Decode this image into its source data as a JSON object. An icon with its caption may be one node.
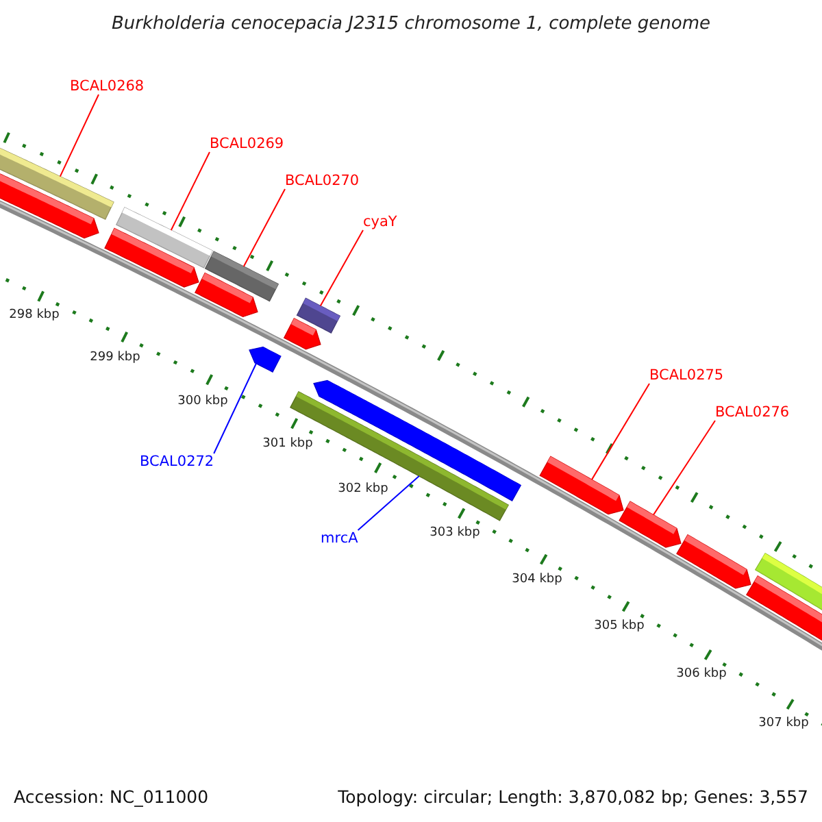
{
  "diagram": {
    "title": "Burkholderia cenocepacia J2315 chromosome 1, complete genome",
    "nodes": [
      {
        "text": [
          "BCAL0268"
        ]
      },
      {
        "text": [
          "BCAL0269"
        ]
      },
      {
        "text": [
          "BCAL0270"
        ]
      },
      {
        "text": [
          "cyaY"
        ]
      },
      {
        "text": [
          "BCAL0275"
        ]
      },
      {
        "text": [
          "BCAL0276"
        ]
      },
      {
        "text": [
          "BCAL0272"
        ]
      },
      {
        "text": [
          "mrcA"
        ]
      },
      {
        "text": [],
        "shape": "bar"
      },
      {
        "text": [],
        "shape": "bar"
      },
      {
        "text": [],
        "shape": "bar"
      },
      {
        "text": [],
        "shape": "bar"
      },
      {
        "text": [],
        "shape": "arrow"
      },
      {
        "text": [],
        "shape": "arrow"
      },
      {
        "text": [],
        "shape": "arrow"
      },
      {
        "text": [],
        "shape": "bar"
      },
      {
        "text": [],
        "shape": "arrow"
      },
      {
        "text": [],
        "shape": "arrow"
      },
      {
        "text": [],
        "shape": "arrow"
      },
      {
        "text": [],
        "shape": "arrow"
      },
      {
        "text": [],
        "shape": "arrow"
      },
      {
        "text": [],
        "shape": "arrow"
      },
      {
        "text": [],
        "shape": "arrow"
      },
      {
        "text": [],
        "shape": "bar"
      }
    ],
    "edges": [
      {
        "from": 0,
        "to": 8,
        "arrow": "none"
      },
      {
        "from": 1,
        "to": 9,
        "arrow": "none"
      },
      {
        "from": 2,
        "to": 10,
        "arrow": "none"
      },
      {
        "from": 3,
        "to": 11,
        "arrow": "none"
      },
      {
        "from": 4,
        "to": 12,
        "arrow": "none"
      },
      {
        "from": 5,
        "to": 13,
        "arrow": "none"
      },
      {
        "from": 6,
        "to": 14,
        "arrow": "none",
        "color": "#0000ff"
      },
      {
        "from": 7,
        "to": 15,
        "arrow": "none",
        "color": "#0000ff"
      }
    ],
    "labels": [
      "298 kbp",
      "299 kbp",
      "300 kbp",
      "301 kbp",
      "302 kbp",
      "303 kbp",
      "304 kbp",
      "305 kbp",
      "306 kbp",
      "307 kbp",
      "Accession: NC_011000",
      "Topology: circular; Length: 3,870,082 bp; Genes: 3,557"
    ]
  }
}
